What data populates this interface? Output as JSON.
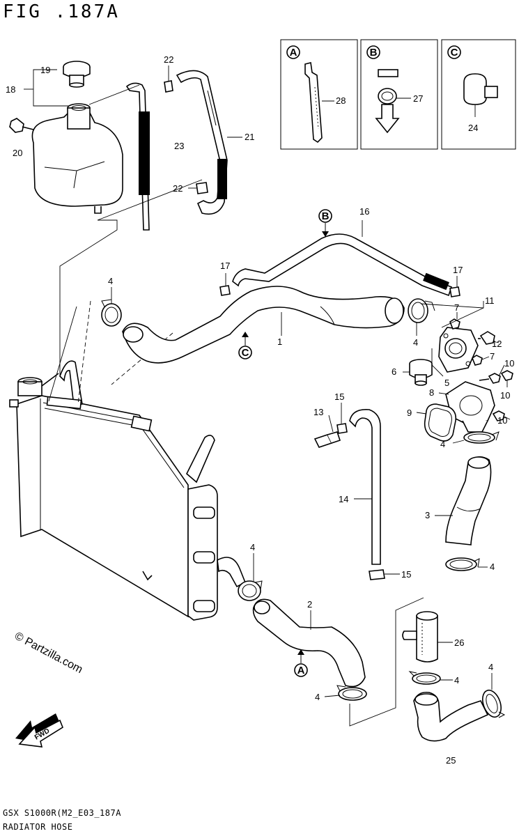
{
  "title": "FIG .187A",
  "footer": {
    "code": "GSX  S1000R(M2_E03_187A",
    "name": "RADIATOR HOSE"
  },
  "watermark": "© Partzilla.com",
  "fwd_label": "FWD",
  "insets": [
    {
      "letter": "A",
      "part": "28"
    },
    {
      "letter": "B",
      "part": "27"
    },
    {
      "letter": "C",
      "part": "24"
    }
  ],
  "markers": {
    "a": "A",
    "b": "B",
    "c": "C"
  },
  "labels": {
    "p1": "1",
    "p2": "2",
    "p3": "3",
    "p4": "4",
    "p5": "5",
    "p6": "6",
    "p7": "7",
    "p8": "8",
    "p9": "9",
    "p10": "10",
    "p11": "11",
    "p12": "12",
    "p13": "13",
    "p14": "14",
    "p15": "15",
    "p16": "16",
    "p17": "17",
    "p18": "18",
    "p19": "19",
    "p20": "20",
    "p21": "21",
    "p22": "22",
    "p23": "23",
    "p25": "25",
    "p26": "26"
  }
}
